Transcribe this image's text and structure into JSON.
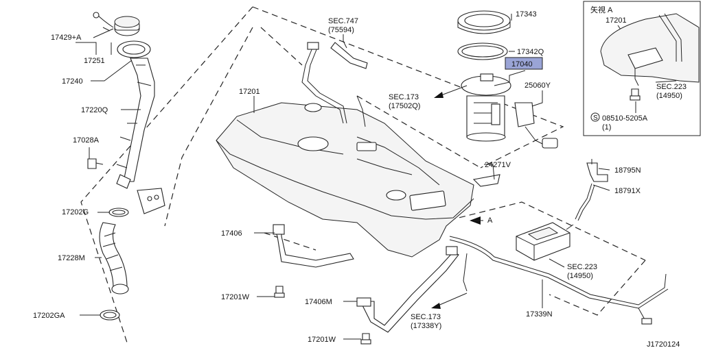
{
  "diagram_id": "J1720124",
  "highlight_color": "#9aa4d6",
  "labels": {
    "p17429a": "17429+A",
    "p17251": "17251",
    "p17240": "17240",
    "p17220q": "17220Q",
    "p17028a": "17028A",
    "p17202g": "17202G",
    "p17228m": "17228M",
    "p17202ga": "17202GA",
    "sec747": "SEC.747",
    "sec747sub": "(75594)",
    "p17201": "17201",
    "sec173a": "SEC.173",
    "sec173asub": "(17502Q)",
    "p17343": "17343",
    "p17342q": "17342Q",
    "p17040": "17040",
    "p25060y": "25060Y",
    "p24271v": "24271V",
    "p18795n": "18795N",
    "p18791x": "18791X",
    "arrowA": "A",
    "p17406": "17406",
    "p17201w1": "17201W",
    "p17406m": "17406M",
    "p17201w2": "17201W",
    "sec173b": "SEC.173",
    "sec173bsub": "(17338Y)",
    "sec223": "SEC.223",
    "sec223sub": "(14950)",
    "p17339n": "17339N"
  },
  "inset": {
    "title": "矢視 A",
    "p17201": "17201",
    "sec223": "SEC.223",
    "sec223sub": "(14950)",
    "bolt": "08510-5205A",
    "bolt_qty": "(1)"
  }
}
